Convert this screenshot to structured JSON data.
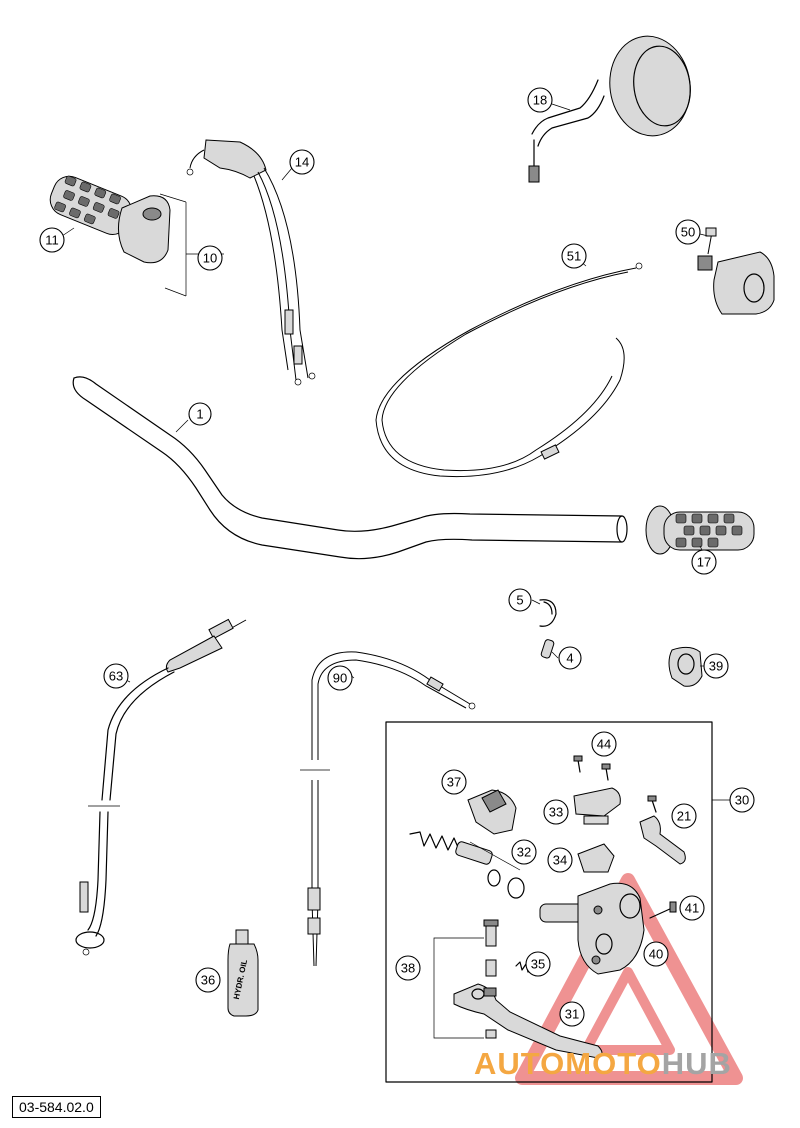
{
  "diagram_code": "03-584.02.0",
  "watermark": {
    "part1": "AUTOMOTO",
    "part2": "HUB",
    "color_primary": "#f4a742",
    "color_secondary": "#a4a4a4",
    "triangle_color": "#e23a3a"
  },
  "callouts": {
    "c1": "1",
    "c4": "4",
    "c5": "5",
    "c10": "10",
    "c11": "11",
    "c14": "14",
    "c17": "17",
    "c18": "18",
    "c21": "21",
    "c30": "30",
    "c31": "31",
    "c32": "32",
    "c33": "33",
    "c34": "34",
    "c35": "35",
    "c36": "36",
    "c37": "37",
    "c38": "38",
    "c39": "39",
    "c40": "40",
    "c41": "41",
    "c44": "44",
    "c50": "50",
    "c51": "51",
    "c63": "63",
    "c90": "90"
  },
  "bottle_label": "HYDR. OIL"
}
